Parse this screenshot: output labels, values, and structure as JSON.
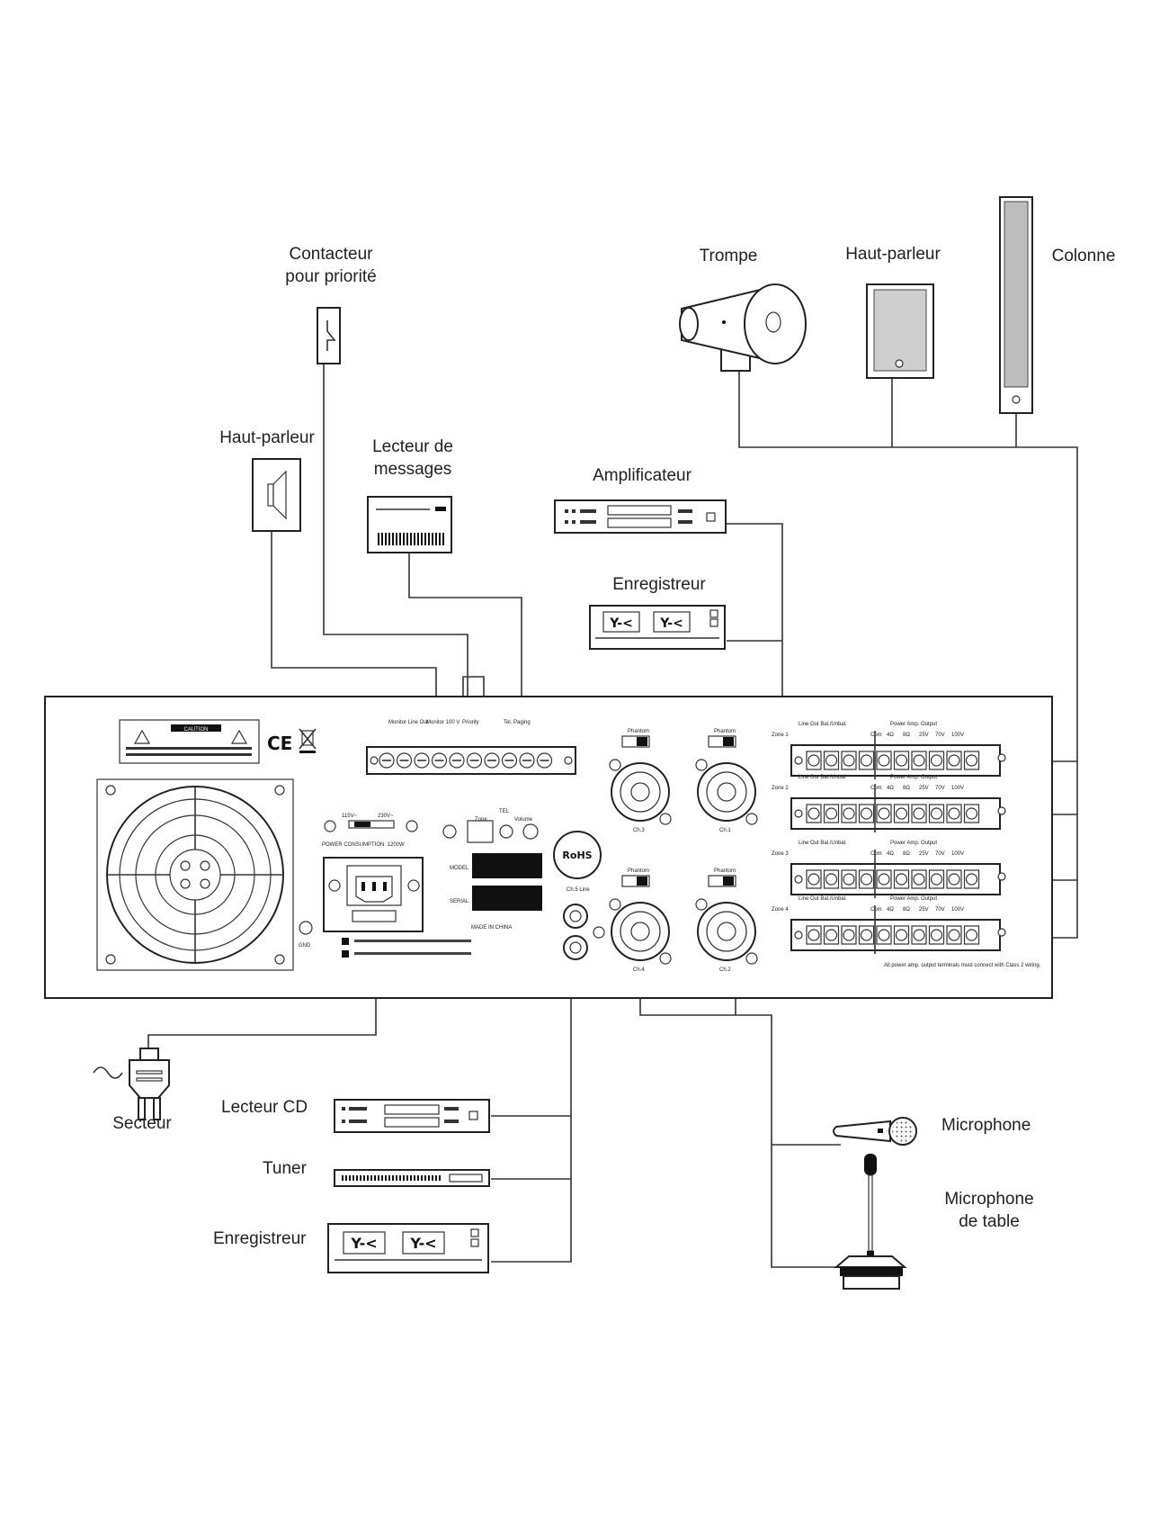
{
  "labels": {
    "contacteur": [
      "Contacteur",
      "pour priorité"
    ],
    "trompe": "Trompe",
    "haut_parleur_right": "Haut-parleur",
    "colonne": "Colonne",
    "haut_parleur_left": "Haut-parleur",
    "lecteur_messages": [
      "Lecteur de",
      "messages"
    ],
    "amplificateur": "Amplificateur",
    "enregistreur_top": "Enregistreur",
    "secteur": "Secteur",
    "lecteur_cd": "Lecteur CD",
    "tuner": "Tuner",
    "enregistreur_bottom": "Enregistreur",
    "microphone": "Microphone",
    "microphone_table": [
      "Microphone",
      "de table"
    ]
  },
  "panel": {
    "caution": "CAUTION",
    "ce_mark": "CE",
    "monitor_line_out": "Monitor Line Out",
    "monitor_100v": "Monitor 100 V",
    "priority": "Priority",
    "tel_paging": "Tel. Paging",
    "tel": "TEL",
    "zone": "Zone",
    "volume": "Volume",
    "power_consumption": "POWER CONSUMPTION: 1200W",
    "model": "MODEL",
    "serial": "SERIAL",
    "made_in_china": "MADE IN CHINA",
    "rohs": "RoHS",
    "gnd": "GND",
    "ch5_line": "Ch.5 Line",
    "ch1": "Ch.1",
    "ch2": "Ch.2",
    "ch3": "Ch.3",
    "ch4": "Ch.4",
    "phantom": "Phantom",
    "zones": [
      "Zone 1",
      "Zone 2",
      "Zone 3",
      "Zone 4"
    ],
    "line_out": "Line Out Bal./Unbal.",
    "power_amp_output": "Power Amp. Output",
    "terminals": [
      "Com",
      "4Ω",
      "8Ω",
      "25V",
      "70V",
      "100V"
    ],
    "warning_note": "All power amp. output terminals must connect with Class 2 wiring."
  }
}
